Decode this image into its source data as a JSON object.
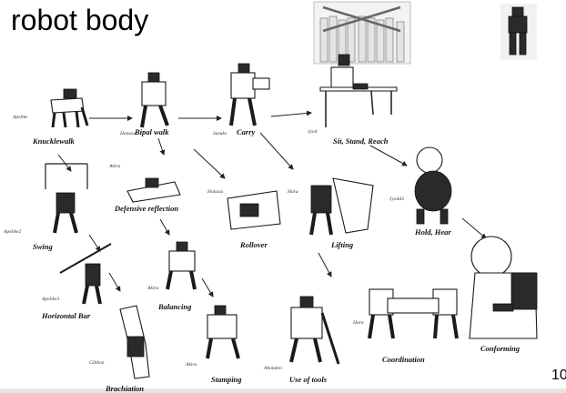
{
  "title": "robot body",
  "page_number": "10",
  "behaviors": {
    "knucklewalk": {
      "label": "Knucklewalk",
      "robot": "Apelike"
    },
    "bipedwalk": {
      "label": "Bipal walk",
      "robot": "Hanzou"
    },
    "carry": {
      "label": "Carry",
      "robot": "Sasuke"
    },
    "sitstand": {
      "label": "Sit, Stand, Reach",
      "robot": "Jyo4"
    },
    "swing": {
      "label": "Swing",
      "robot": "Apelike2"
    },
    "defensive": {
      "label": "Defensive reflection",
      "robot": "Akira"
    },
    "rollover": {
      "label": "Rollover",
      "robot": "Hanzou"
    },
    "lifting": {
      "label": "Lifting",
      "robot": "Haru"
    },
    "hold": {
      "label": "Hold, Hear",
      "robot": "Jyo4d3"
    },
    "hbar": {
      "label": "Horizontal Bar",
      "robot": "Apelike3"
    },
    "balancing": {
      "label": "Balancing",
      "robot": "Akira"
    },
    "brachiation": {
      "label": "Brachiation",
      "robot": "Gibbon"
    },
    "stamping": {
      "label": "Stamping",
      "robot": "Akira"
    },
    "tools": {
      "label": "Use of tools",
      "robot": "Ahotaten"
    },
    "coordination": {
      "label": "Coordination",
      "robot": "Haru"
    },
    "conforming": {
      "label": "Conforming",
      "robot": ""
    }
  },
  "colors": {
    "background": "#ffffff",
    "ink": "#1a1a1a"
  }
}
